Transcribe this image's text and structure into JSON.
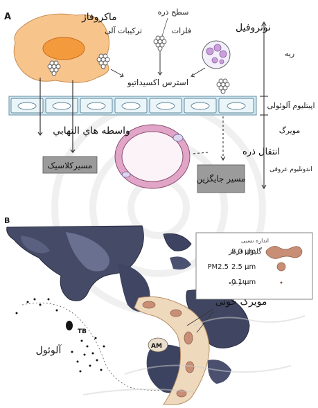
{
  "panel_a": {
    "label": "A",
    "cells": {
      "macrophage": "ماکروفاژ",
      "neutrophil": "نوتروفیل"
    },
    "particle_labels": {
      "surface": "سطح ذره",
      "chemical": "ترکیبات آلی",
      "metals": "فلزات"
    },
    "oxidative_stress": "استرس اکسیداتیو",
    "inflammatory_mediators": "واسطه هاي التهابي",
    "particle_transfer": "انتقال ذره",
    "systemic_box": "مسیرکلاسیک",
    "alt_box": "مسیر جایگزین",
    "regions": {
      "lung": "ریه",
      "epithelium": "اپیتلیوم آلوئولی",
      "capillary": "مویرگ",
      "endothelium": "اندوتلیوم عروقی"
    }
  },
  "panel_b": {
    "label": "B",
    "alveolus": "آلوئول",
    "capillary": "مویرگ خونی",
    "tags": {
      "tb": "TB",
      "am": "AM"
    },
    "legend": {
      "title": "اندازه نسبی",
      "rows": [
        {
          "name": "گلبول قرمز",
          "size": "8.0 µm"
        },
        {
          "name": "PM2.5",
          "size": "2.5 µm"
        },
        {
          "name": "نانو ذره",
          "size": "0.1 µm"
        }
      ]
    }
  },
  "colors": {
    "cell_fill": "#f7c58c",
    "nucleus": "#f29a3c",
    "epithelium": "#cfe8f2",
    "capillary_ring": "#e1a5c8",
    "box_fill": "#9b9b9b",
    "tissue_dark": "#3c4360",
    "rbc": "#c88f76",
    "watermark": "#d6d6d6"
  }
}
